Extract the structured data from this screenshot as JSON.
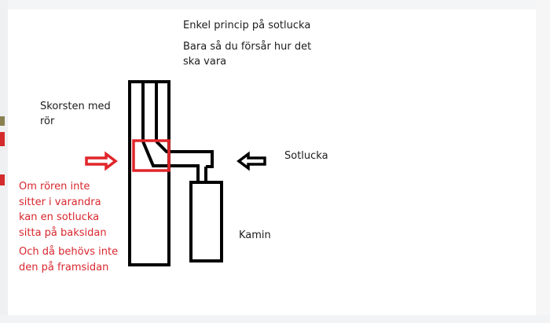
{
  "diagram": {
    "title": "Enkel princip på sotlucka",
    "subtitle": "Bara så du försår hur det\nska vara",
    "labels": {
      "chimney": "Skorsten med\nrör",
      "sootdoor": "Sotlucka",
      "stove": "Kamin"
    },
    "notes": {
      "back_side": "Om rören inte\nsitter i varandra\nkan en sotlucka\nsitta på baksidan",
      "front_side": "Och då behövs inte\nden på framsidan"
    },
    "colors": {
      "outline": "#000000",
      "highlight": "#e0262b",
      "note_text": "#d8272e",
      "label_text": "#1c1c1c"
    },
    "icons": [
      "arrow-right-icon",
      "arrow-left-icon"
    ]
  }
}
